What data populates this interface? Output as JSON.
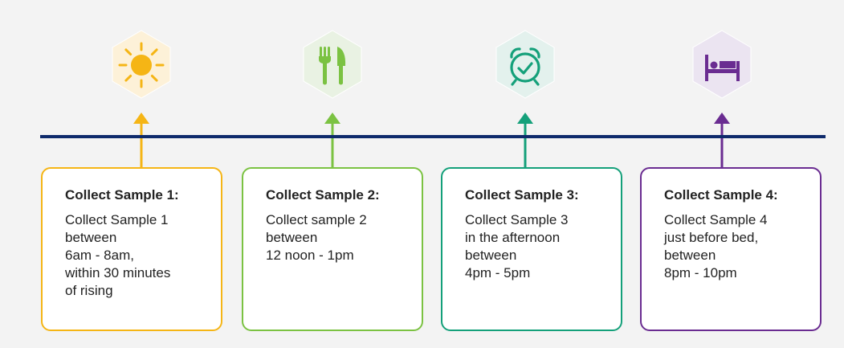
{
  "timeline": {
    "color": "#0e2a6b"
  },
  "steps": [
    {
      "icon": "sun-icon",
      "color": "#f5b515",
      "hex_fill": "#fdf1d8",
      "title": "Collect Sample 1:",
      "body": "Collect Sample 1\nbetween\n6am - 8am,\nwithin 30 minutes\nof rising"
    },
    {
      "icon": "fork-knife-icon",
      "color": "#7bc242",
      "hex_fill": "#e9f2e3",
      "title": "Collect Sample 2:",
      "body": "Collect sample 2\nbetween\n12 noon - 1pm"
    },
    {
      "icon": "alarm-clock-icon",
      "color": "#14a07a",
      "hex_fill": "#e3f1ed",
      "title": "Collect Sample 3:",
      "body": "Collect Sample 3\nin the afternoon\nbetween\n4pm - 5pm"
    },
    {
      "icon": "bed-icon",
      "color": "#6a2c91",
      "hex_fill": "#ebe4f1",
      "title": "Collect Sample 4:",
      "body": "Collect Sample 4\njust before bed,\nbetween\n8pm - 10pm"
    }
  ]
}
